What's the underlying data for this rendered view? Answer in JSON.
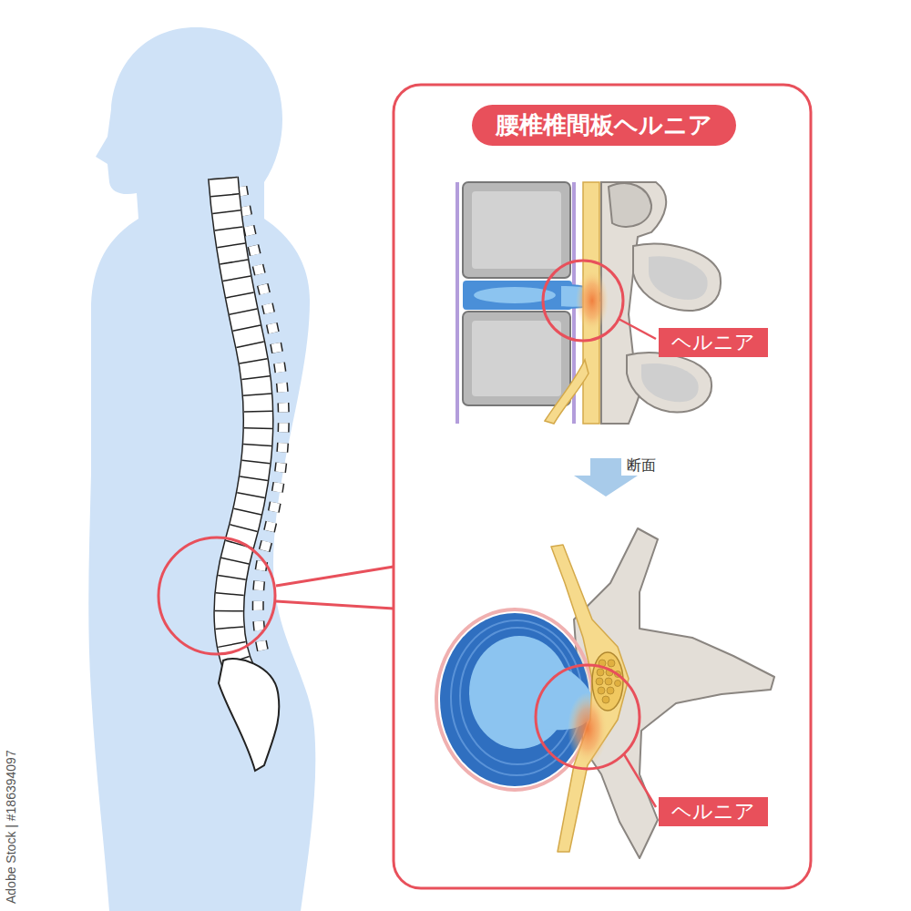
{
  "diagram": {
    "title": "腰椎椎間板ヘルニア",
    "nodes": [
      {
        "text": [
          "ヘルニア"
        ]
      },
      {
        "text": [
          "ヘルニア"
        ]
      }
    ],
    "labels": [
      "断面",
      "Adobe Stock | #186394097"
    ]
  }
}
